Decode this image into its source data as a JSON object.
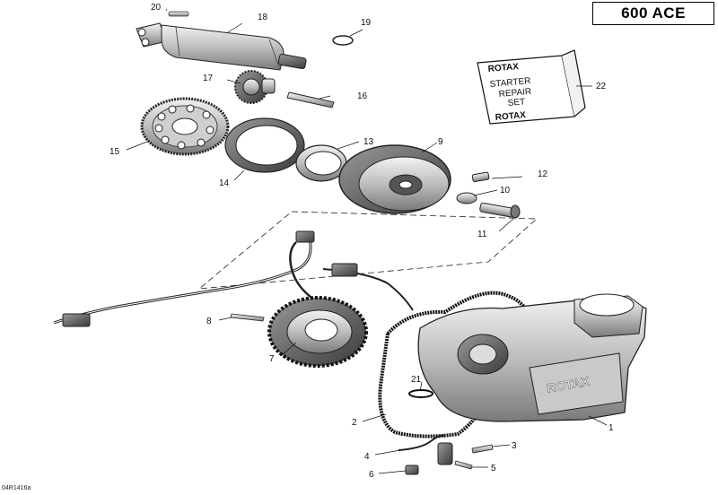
{
  "model_label": "600 ACE",
  "diagram_ref": "04R1416a",
  "kit_card": {
    "brand_top": "ROTAX",
    "line1": "STARTER",
    "line2": "REPAIR",
    "line3": "SET",
    "brand_bottom": "ROTAX"
  },
  "callouts": {
    "c1": "1",
    "c2": "2",
    "c3": "3",
    "c4": "4",
    "c5": "5",
    "c6": "6",
    "c7": "7",
    "c8": "8",
    "c9": "9",
    "c10": "10",
    "c11": "11",
    "c12": "12",
    "c13": "13",
    "c14": "14",
    "c15": "15",
    "c16": "16",
    "c17": "17",
    "c18": "18",
    "c19": "19",
    "c20": "20",
    "c21": "21",
    "c22": "22"
  }
}
